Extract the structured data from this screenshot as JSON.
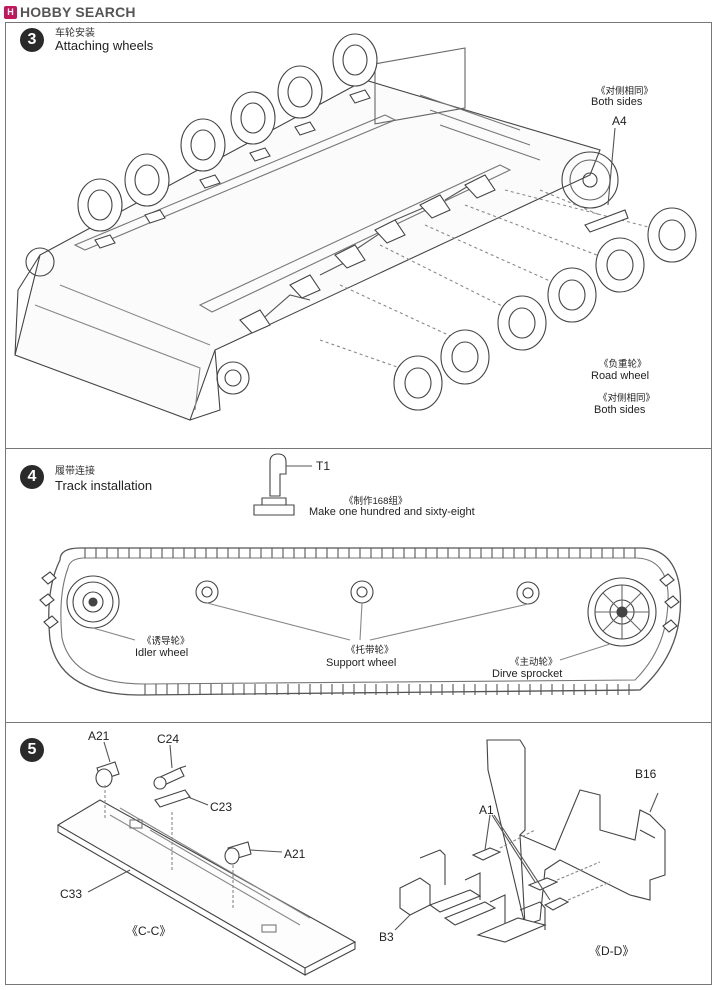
{
  "header": {
    "logo_badge": "H",
    "logo_text": "HOBBY SEARCH"
  },
  "steps": [
    {
      "number": "3",
      "title_cn": "车轮安装",
      "title_en": "Attaching wheels",
      "labels": {
        "both_sides_cn_top": "《对侧相同》",
        "both_sides_top": "Both sides",
        "part_a4": "A4",
        "road_wheel_cn": "《负重轮》",
        "road_wheel": "Road wheel",
        "both_sides_cn_bottom": "《对侧相同》",
        "both_sides_bottom": "Both sides"
      }
    },
    {
      "number": "4",
      "title_cn": "履带连接",
      "title_en": "Track installation",
      "labels": {
        "part_t1": "T1",
        "make_cn": "《制作168组》",
        "make": "Make one hundred and sixty-eight",
        "idler_cn": "《诱导轮》",
        "idler": "Idler wheel",
        "support_cn": "《托带轮》",
        "support": "Support wheel",
        "sprocket_cn": "《主动轮》",
        "sprocket": "Dirve sprocket"
      }
    },
    {
      "number": "5",
      "labels": {
        "a21_top": "A21",
        "c24": "C24",
        "c23": "C23",
        "a21_mid": "A21",
        "c33": "C33",
        "cc": "《C-C》",
        "b16": "B16",
        "a1": "A1",
        "b3": "B3",
        "dd": "《D-D》"
      }
    }
  ]
}
